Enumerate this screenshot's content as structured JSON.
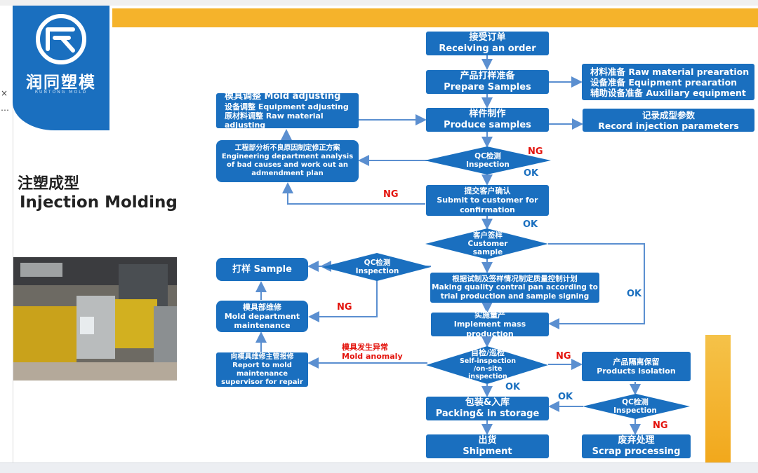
{
  "logo": {
    "name": "润同塑模",
    "sub": "RUNTONG MOLD"
  },
  "title": {
    "cn": "注塑成型",
    "en": "Injection Molding"
  },
  "flow": {
    "receive": {
      "cn": "接受订单",
      "en": "Receiving an order"
    },
    "prepare": {
      "cn": "产品打样准备",
      "en": "Prepare Samples"
    },
    "materials": {
      "l1": "材料准备  Raw material  prearation",
      "l2": "设备准备  Equipment prearation",
      "l3": "辅助设备准备 Auxiliary equipment"
    },
    "mold_adjust": {
      "l1": "模具调整 Mold adjusting",
      "l2": "设备调整 Equipment adjusting",
      "l3": "原材料调整 Raw material adjusting"
    },
    "produce": {
      "cn": "样件制作",
      "en": "Produce samples"
    },
    "record": {
      "cn": "记录成型参数",
      "en": "Record injection parameters"
    },
    "engineering": {
      "cn": "工程部分析不良原因制定修正方案",
      "en1": "Engineering department  analysis",
      "en2": "of bad causes and work out an",
      "en3": "admendment plan"
    },
    "qc1": {
      "cn": "QC检测",
      "en": "Inspection"
    },
    "submit": {
      "cn": "提交客户确认",
      "en1": "Submit to customer for",
      "en2": "confirmation"
    },
    "customer": {
      "cn": "客户签样",
      "en1": "Customer",
      "en2": "sample"
    },
    "sample": {
      "label": "打样 Sample"
    },
    "qc2": {
      "cn": "QC检测",
      "en": "Inspection"
    },
    "quality": {
      "cn": "根据试制及签样情况制定质量控制计划",
      "en1": "Making quality contral pan according to",
      "en2": "trial production and sample signing"
    },
    "mold_maint": {
      "cn": "模具部维修",
      "en1": "Mold department",
      "en2": "maintenance"
    },
    "mass": {
      "cn": "实施量产",
      "en": "Implement mass production"
    },
    "report": {
      "cn": "向模具维修主管报修",
      "en1": "Report  to mold",
      "en2": "maintenance",
      "en3": "supervisor for  repair"
    },
    "anomaly": {
      "cn": "模具发生异常",
      "en": "Mold anomaly"
    },
    "self_insp": {
      "cn": "自检/巡检",
      "en1": "Self-inspection",
      "en2": "/on-site",
      "en3": "inspection"
    },
    "isolation": {
      "cn": "产品隔离保留",
      "en": "Products isolation"
    },
    "packing": {
      "cn": "包装&入库",
      "en": "Packing& in storage"
    },
    "qc3": {
      "cn": "QC检测",
      "en": "Inspection"
    },
    "shipment": {
      "cn": "出货",
      "en": "Shipment"
    },
    "scrap": {
      "cn": "废弃处理",
      "en": "Scrap processing"
    }
  },
  "labels": {
    "ng_qc1": "NG",
    "ok_qc1": "OK",
    "ng_submit": "NG",
    "ok_submit": "OK",
    "ng_maint": "NG",
    "ok_right": "OK",
    "ng_self": "NG",
    "ok_self": "OK",
    "ok_qc3": "OK",
    "ng_qc3": "NG"
  },
  "colors": {
    "box": "#1a6fbf",
    "line": "#5b8fd0",
    "ng": "#e3120b",
    "ok": "#1a6fbf",
    "accent": "#f5b32b"
  }
}
